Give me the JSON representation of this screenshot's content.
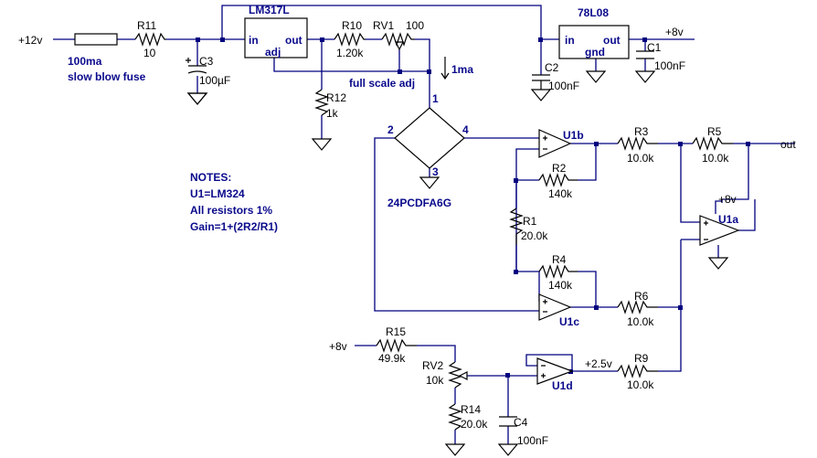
{
  "title_lm317": "LM317L",
  "lm317_pins": {
    "in": "in",
    "out": "out",
    "adj": "adj"
  },
  "reg78": "78L08",
  "reg78_pins": {
    "in": "in",
    "out": "out",
    "gnd": "gnd"
  },
  "rails": {
    "v12": "+12v",
    "v8_top": "+8v",
    "v8_u1a": "+8v",
    "v8_bottom": "+8v",
    "v25": "+2.5v",
    "out": "out"
  },
  "fuse": {
    "line1": "100ma",
    "line2": "slow blow fuse"
  },
  "parts": {
    "R11": {
      "ref": "R11",
      "val": "10"
    },
    "C3": {
      "ref": "C3",
      "val": "100µF"
    },
    "R10": {
      "ref": "R10",
      "val": "1.20k"
    },
    "RV1": {
      "ref": "RV1",
      "val": "100"
    },
    "R12": {
      "ref": "R12",
      "val": "1k"
    },
    "C2": {
      "ref": "C2",
      "val": "100nF"
    },
    "C1": {
      "ref": "C1",
      "val": "100nF"
    },
    "R3": {
      "ref": "R3",
      "val": "10.0k"
    },
    "R5": {
      "ref": "R5",
      "val": "10.0k"
    },
    "R2": {
      "ref": "R2",
      "val": "140k"
    },
    "R1": {
      "ref": "R1",
      "val": "20.0k"
    },
    "R4": {
      "ref": "R4",
      "val": "140k"
    },
    "R6": {
      "ref": "R6",
      "val": "10.0k"
    },
    "R15": {
      "ref": "R15",
      "val": "49.9k"
    },
    "RV2": {
      "ref": "RV2",
      "val": "10k"
    },
    "R14": {
      "ref": "R14",
      "val": "20.0k"
    },
    "C4": {
      "ref": "C4",
      "val": "100nF"
    },
    "R9": {
      "ref": "R9",
      "val": "10.0k"
    }
  },
  "opamps": {
    "u1a": "U1a",
    "u1b": "U1b",
    "u1c": "U1c",
    "u1d": "U1d"
  },
  "labels": {
    "full_scale_adj": "full scale adj",
    "current": "1ma",
    "sensor": "24PCDFA6G"
  },
  "bridge_pins": {
    "p1": "1",
    "p2": "2",
    "p3": "3",
    "p4": "4"
  },
  "notes": [
    "NOTES:",
    "U1=LM324",
    "All resistors 1%",
    "Gain=1+(2R2/R1)"
  ]
}
